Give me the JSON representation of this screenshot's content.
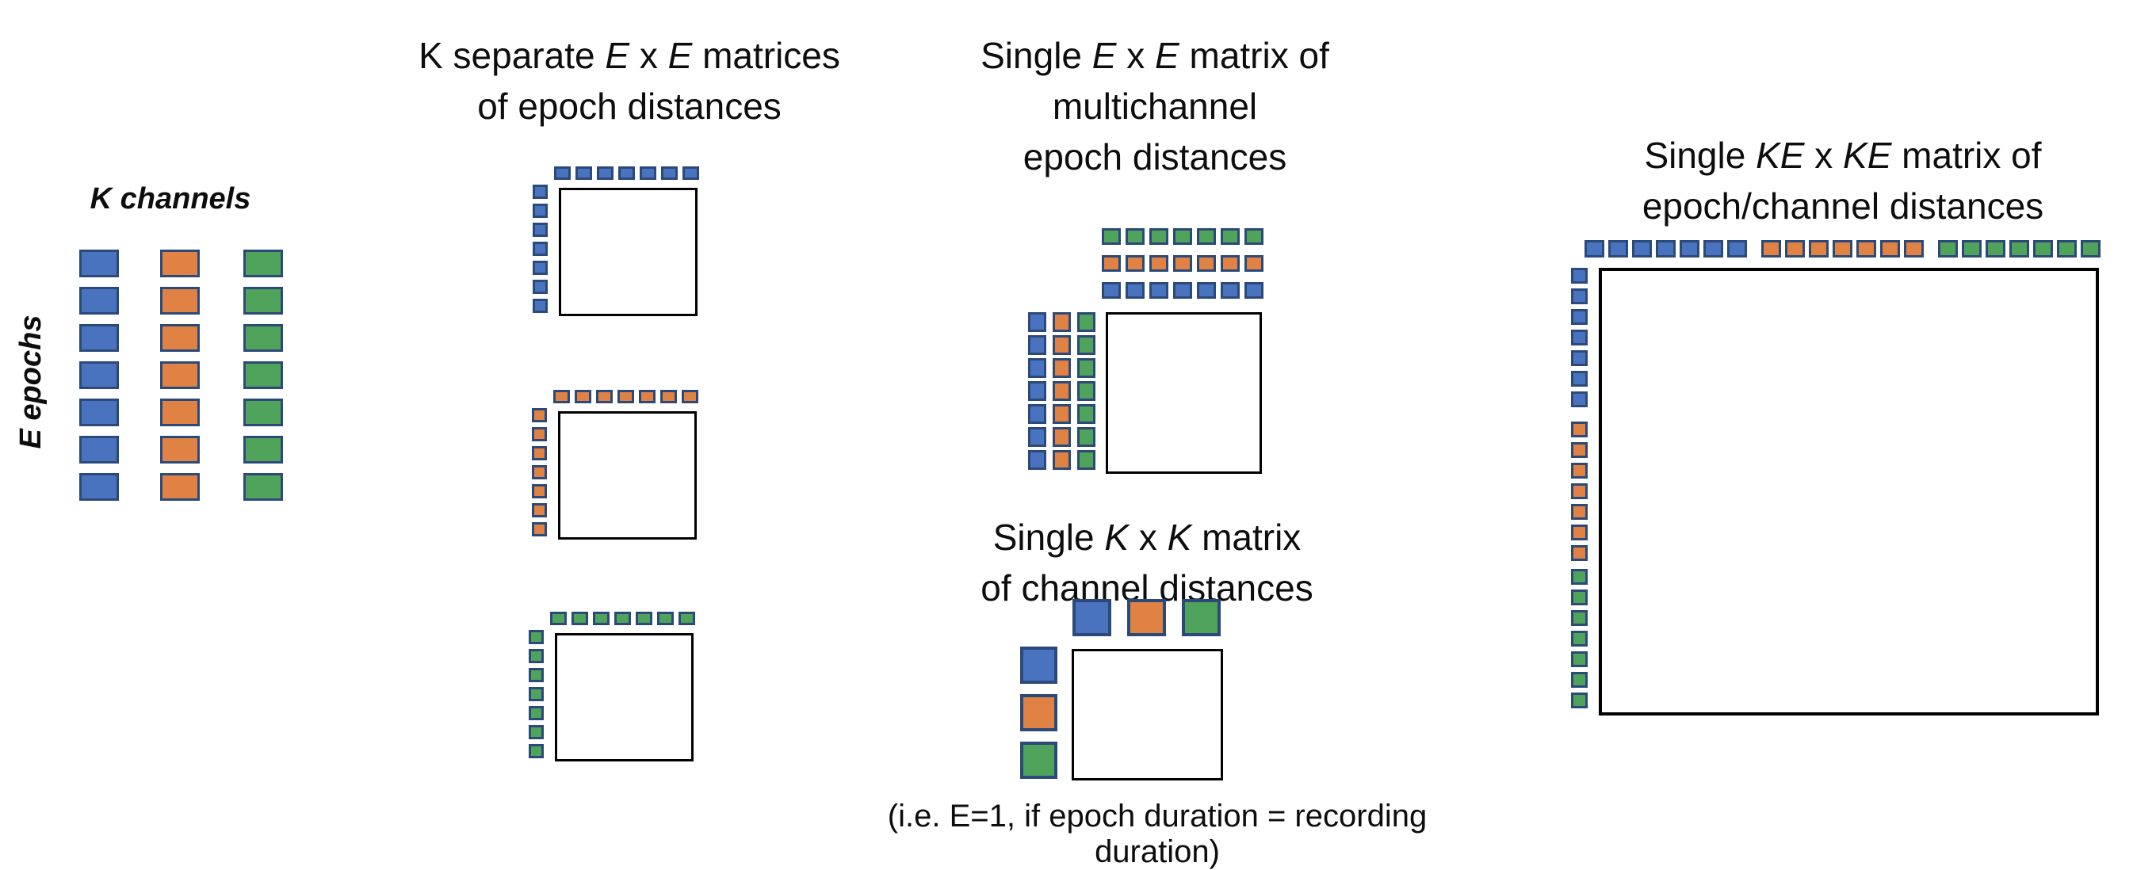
{
  "colors": {
    "blue": "#4A73BF",
    "orange": "#DF8244",
    "green": "#4FA35A",
    "square_border": "#2B4A7A",
    "box_border": "#000000",
    "text": "#0d0d0d"
  },
  "section1": {
    "title": "K channels",
    "ylabel": "E epochs",
    "channel_columns": [
      {
        "color": "blue",
        "count": 7
      },
      {
        "color": "orange",
        "count": 7
      },
      {
        "color": "green",
        "count": 7
      }
    ]
  },
  "section2": {
    "title_lines": [
      [
        {
          "t": "K separate ",
          "i": false
        },
        {
          "t": "E",
          "i": true
        },
        {
          "t": " x ",
          "i": false
        },
        {
          "t": "E",
          "i": true
        },
        {
          "t": " matrices",
          "i": false
        }
      ],
      [
        {
          "t": "of epoch distances",
          "i": false
        }
      ]
    ],
    "matrices": [
      {
        "top": {
          "color": "blue",
          "count": 7
        },
        "left": {
          "color": "blue",
          "count": 7
        }
      },
      {
        "top": {
          "color": "orange",
          "count": 7
        },
        "left": {
          "color": "orange",
          "count": 7
        }
      },
      {
        "top": {
          "color": "green",
          "count": 7
        },
        "left": {
          "color": "green",
          "count": 7
        }
      }
    ]
  },
  "section3": {
    "title_lines": [
      [
        {
          "t": "Single ",
          "i": false
        },
        {
          "t": "E",
          "i": true
        },
        {
          "t": " x ",
          "i": false
        },
        {
          "t": "E",
          "i": true
        },
        {
          "t": " matrix of",
          "i": false
        }
      ],
      [
        {
          "t": "multichannel",
          "i": false
        }
      ],
      [
        {
          "t": "epoch distances",
          "i": false
        }
      ]
    ],
    "top_rows": [
      {
        "color": "green",
        "count": 7
      },
      {
        "color": "orange",
        "count": 7
      },
      {
        "color": "blue",
        "count": 7
      }
    ],
    "left_cols": [
      {
        "color": "blue",
        "count": 7
      },
      {
        "color": "orange",
        "count": 7
      },
      {
        "color": "green",
        "count": 7
      }
    ]
  },
  "section4": {
    "title_lines": [
      [
        {
          "t": "Single ",
          "i": false
        },
        {
          "t": "K",
          "i": true
        },
        {
          "t": " x ",
          "i": false
        },
        {
          "t": "K",
          "i": true
        },
        {
          "t": " matrix",
          "i": false
        }
      ],
      [
        {
          "t": "of channel distances",
          "i": false
        }
      ]
    ],
    "top_row": {
      "colors": [
        "blue",
        "orange",
        "green"
      ]
    },
    "left_col": {
      "colors": [
        "blue",
        "orange",
        "green"
      ]
    }
  },
  "section5": {
    "title_lines": [
      [
        {
          "t": "Single ",
          "i": false
        },
        {
          "t": "KE",
          "i": true
        },
        {
          "t": " x ",
          "i": false
        },
        {
          "t": "KE",
          "i": true
        },
        {
          "t": " matrix of",
          "i": false
        }
      ],
      [
        {
          "t": "epoch/channel distances",
          "i": false
        }
      ]
    ],
    "top_groups": [
      {
        "color": "blue",
        "count": 7
      },
      {
        "color": "orange",
        "count": 7
      },
      {
        "color": "green",
        "count": 7
      }
    ],
    "left_groups": [
      {
        "color": "blue",
        "count": 7
      },
      {
        "color": "orange",
        "count": 7
      },
      {
        "color": "green",
        "count": 7
      }
    ]
  },
  "caption": "(i.e. E=1, if epoch duration = recording duration)"
}
